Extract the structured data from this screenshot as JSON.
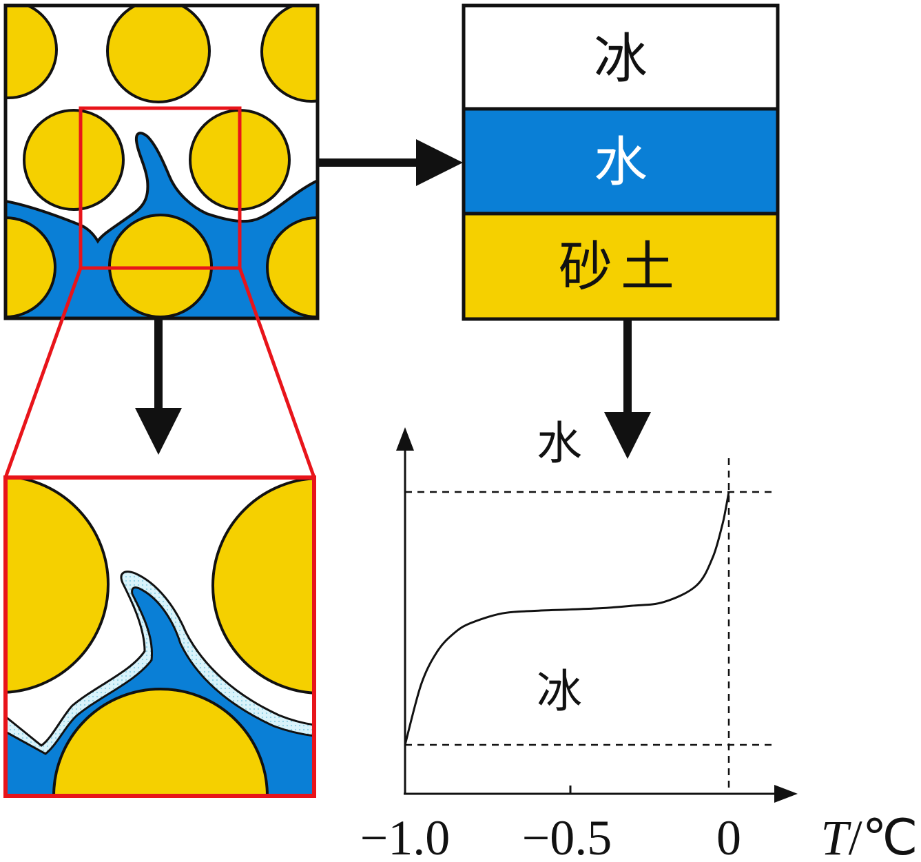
{
  "layers": {
    "ice": "冰",
    "water": "水",
    "sand": "砂土"
  },
  "chart_data": {
    "type": "line",
    "xlabel_var": "T",
    "xlabel_unit": "/℃",
    "y_top_label": "水",
    "region_label": "冰",
    "x_ticks": [
      "−1.0",
      "−0.5",
      "0"
    ],
    "xlim": [
      -1.0,
      0.0
    ],
    "ylim": [
      0,
      1
    ],
    "grid": false,
    "series": [
      {
        "x": [
          -1.0,
          -0.95,
          -0.9,
          -0.85,
          -0.8,
          -0.7,
          -0.6,
          -0.5,
          -0.4,
          -0.3,
          -0.2,
          -0.1,
          -0.05,
          -0.02,
          -0.01,
          0.0
        ],
        "y": [
          0.0,
          0.24,
          0.37,
          0.44,
          0.48,
          0.52,
          0.53,
          0.535,
          0.54,
          0.55,
          0.565,
          0.63,
          0.74,
          0.87,
          0.93,
          1.0
        ]
      }
    ]
  },
  "colors": {
    "sand": "#f5d000",
    "water": "#0a7fd6",
    "ice": "#ffffff",
    "outline": "#111111",
    "zoom_frame": "#e8141a",
    "water_film": "#c6ecf7"
  }
}
